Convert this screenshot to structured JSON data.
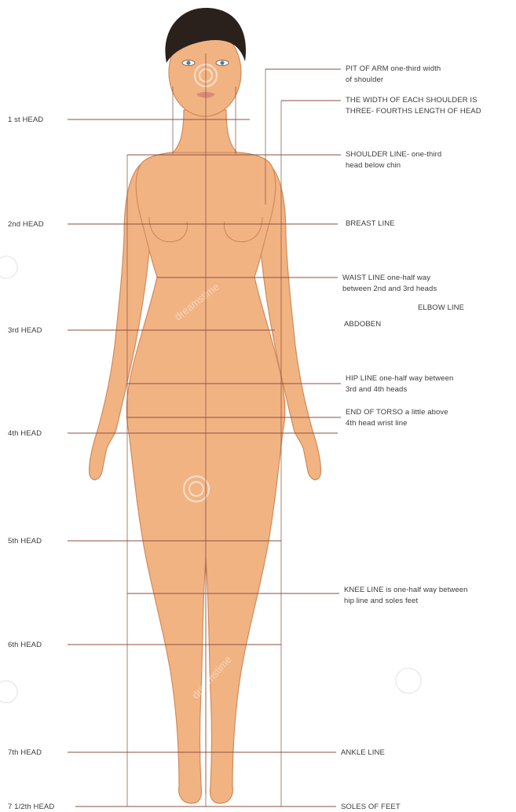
{
  "heads": [
    {
      "id": "head-1",
      "label": "1 st HEAD"
    },
    {
      "id": "head-2",
      "label": "2nd HEAD"
    },
    {
      "id": "head-3",
      "label": "3rd HEAD"
    },
    {
      "id": "head-4",
      "label": "4th HEAD"
    },
    {
      "id": "head-5",
      "label": "5th HEAD"
    },
    {
      "id": "head-6",
      "label": "6th HEAD"
    },
    {
      "id": "head-7",
      "label": "7th HEAD"
    },
    {
      "id": "head-7-5",
      "label": "7 1/2th HEAD"
    }
  ],
  "annotations": {
    "pit_of_arm": [
      "PIT OF ARM one-third width",
      "of shoulder"
    ],
    "shoulder_width": [
      "THE WIDTH OF EACH SHOULDER IS",
      "THREE- FOURTHS LENGTH OF HEAD"
    ],
    "shoulder_line": [
      "SHOULDER LINE- one-third",
      "head below chin"
    ],
    "breast_line": [
      "BREAST LINE"
    ],
    "waist_line": [
      "WAIST LINE one-half way",
      "between 2nd and 3rd heads"
    ],
    "elbow_line": [
      "ELBOW LINE"
    ],
    "abdomen": [
      "ABDOBEN"
    ],
    "hip_line": [
      "HIP LINE one-half way between",
      "3rd and 4th heads"
    ],
    "end_of_torso": [
      "END OF TORSO a little above",
      "4th head wrist line"
    ],
    "knee_line": [
      "KNEE LINE is one-half way between",
      "hip line and soles feet"
    ],
    "ankle_line": [
      "ANKLE LINE"
    ],
    "soles_of_feet": [
      "SOLES OF FEET"
    ]
  },
  "watermark": "dreamstime",
  "colors": {
    "skin": "#f2b383",
    "skin_outline": "#d08a5c",
    "hair": "#2b211c",
    "lines": "#8a5040",
    "text": "#3a3a3a"
  }
}
